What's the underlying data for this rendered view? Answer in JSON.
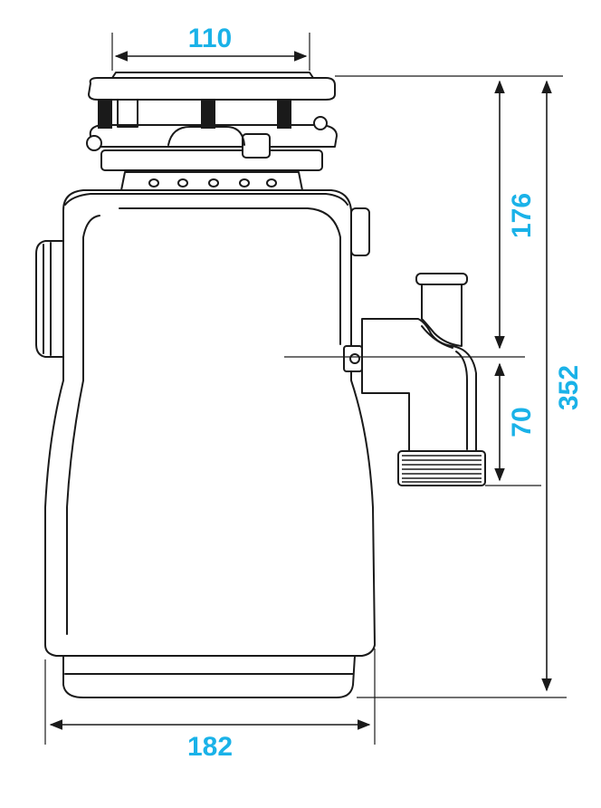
{
  "dimensions": {
    "top_width": "110",
    "upper_height": "176",
    "outlet_height": "70",
    "total_height": "352",
    "body_width": "182"
  },
  "colors": {
    "dimension_text": "#1ab2e8",
    "outline": "#1a1a1a",
    "background": "#ffffff"
  }
}
